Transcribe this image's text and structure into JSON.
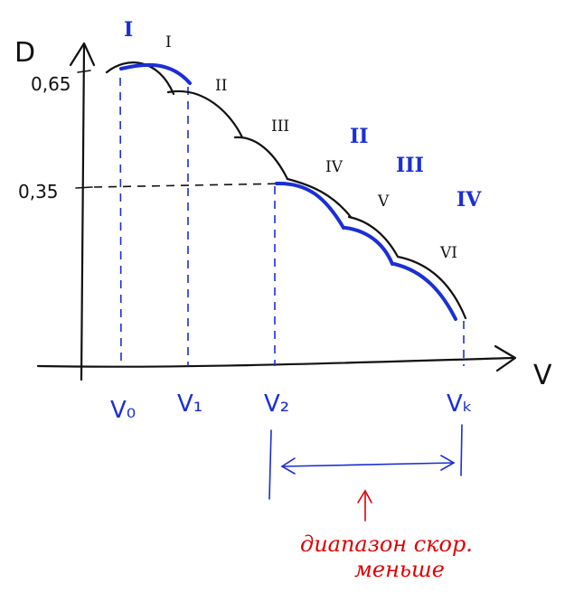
{
  "diagram": {
    "y_axis_label": "D",
    "x_axis_label": "V",
    "y_ticks": [
      {
        "label": "0,65",
        "value": 0.65
      },
      {
        "label": "0,35",
        "value": 0.35
      }
    ],
    "x_ticks": [
      "V₀",
      "V₁",
      "V₂",
      "Vₖ"
    ],
    "black_curve_labels": [
      "I",
      "II",
      "III",
      "IV",
      "V",
      "VI"
    ],
    "blue_curve_labels": [
      "I",
      "II",
      "III",
      "IV"
    ],
    "range_annotation": {
      "line1": "диапазон скор.",
      "line2": "меньше"
    },
    "colors": {
      "ink": "#111111",
      "highlight": "#1a2fd6",
      "annotation": "#e00000"
    }
  }
}
